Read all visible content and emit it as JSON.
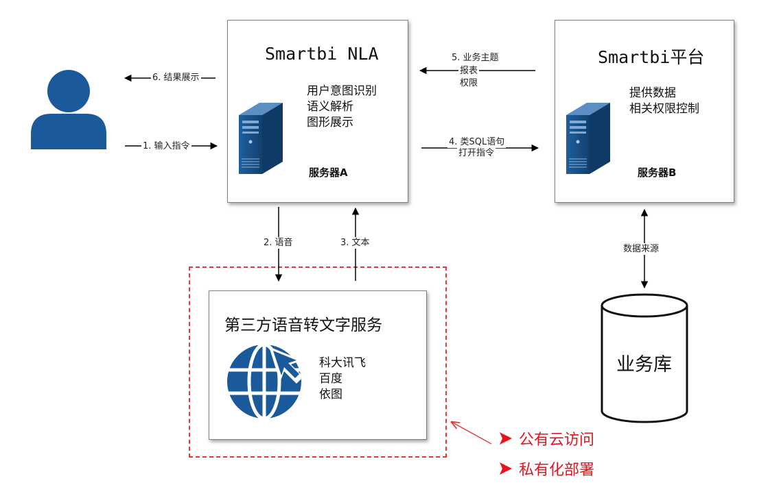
{
  "colors": {
    "icon_blue": "#1a5a9a",
    "alert_red": "#e8121f",
    "border_gray": "#7f7f7f"
  },
  "nla": {
    "title": "Smartbi NLA",
    "features": [
      "用户意图识别",
      "语义解析",
      "图形展示"
    ],
    "server": "服务器A"
  },
  "platform": {
    "title": "Smartbi平台",
    "features": [
      "提供数据",
      "相关权限控制"
    ],
    "server": "服务器B"
  },
  "speech": {
    "title": "第三方语音转文字服务",
    "vendors": [
      "科大讯飞",
      "百度",
      "依图"
    ]
  },
  "database": {
    "label": "业务库"
  },
  "arrows": {
    "input": "1. 输入指令",
    "voice": "2. 语音",
    "text": "3. 文本",
    "sql_lines": [
      "4. 类SQL语句",
      "打开指令"
    ],
    "topic_lines": [
      "5. 业务主题",
      "报表",
      "权限"
    ],
    "display": "6. 结果展示",
    "datasource": "数据来源"
  },
  "deploy": {
    "options": [
      "公有云访问",
      "私有化部署"
    ]
  },
  "icons": [
    "user-icon",
    "server-a-icon",
    "server-b-icon",
    "globe-cursor-icon",
    "database-icon"
  ]
}
